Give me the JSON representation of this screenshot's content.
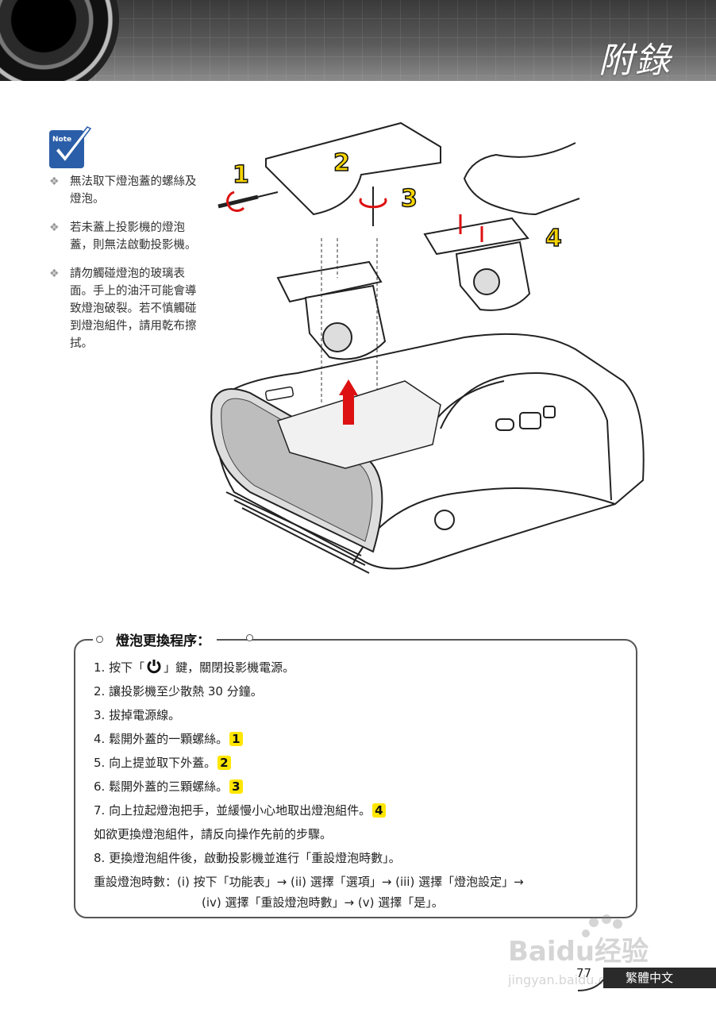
{
  "header": {
    "title": "附錄"
  },
  "note": {
    "icon_label": "Note",
    "items": [
      "無法取下燈泡蓋的螺絲及燈泡。",
      "若未蓋上投影機的燈泡蓋，則無法啟動投影機。",
      "請勿觸碰燈泡的玻璃表面。手上的油汗可能會導致燈泡破裂。若不慎觸碰到燈泡組件，請用乾布擦拭。"
    ]
  },
  "illustration": {
    "callouts": [
      "1",
      "2",
      "3",
      "4"
    ],
    "icons": [
      "screwdriver-icon",
      "lamp-cover",
      "lamp-module",
      "hand-icon",
      "projector",
      "up-arrow-icon"
    ]
  },
  "procedure": {
    "title": "燈泡更換程序：",
    "step1_pre": "1.  按下「",
    "step1_post": "」鍵，關閉投影機電源。",
    "steps": [
      {
        "text": "2.  讓投影機至少散熱 30 分鐘。",
        "mark": ""
      },
      {
        "text": "3.  拔掉電源線。",
        "mark": ""
      },
      {
        "text": "4.  鬆開外蓋的一顆螺絲。",
        "mark": "1"
      },
      {
        "text": "5.  向上提並取下外蓋。",
        "mark": "2"
      },
      {
        "text": "6.  鬆開外蓋的三顆螺絲。",
        "mark": "3"
      },
      {
        "text": "7.  向上拉起燈泡把手，並緩慢小心地取出燈泡組件。",
        "mark": "4"
      }
    ],
    "reverse_note": "如欲更換燈泡組件，請反向操作先前的步驟。",
    "step8": "8.  更換燈泡組件後，啟動投影機並進行「重設燈泡時數」。",
    "reset_line1": "重設燈泡時數：(i) 按下「功能表」→ (ii) 選擇「選項」→ (iii) 選擇「燈泡設定」→",
    "reset_line2": "(iv) 選擇「重設燈泡時數」→ (v) 選擇「是」。"
  },
  "footer": {
    "page": "77",
    "language": "繁體中文"
  },
  "watermark": {
    "brand": "Baidu经验",
    "url": "jingyan.baidu.com"
  }
}
